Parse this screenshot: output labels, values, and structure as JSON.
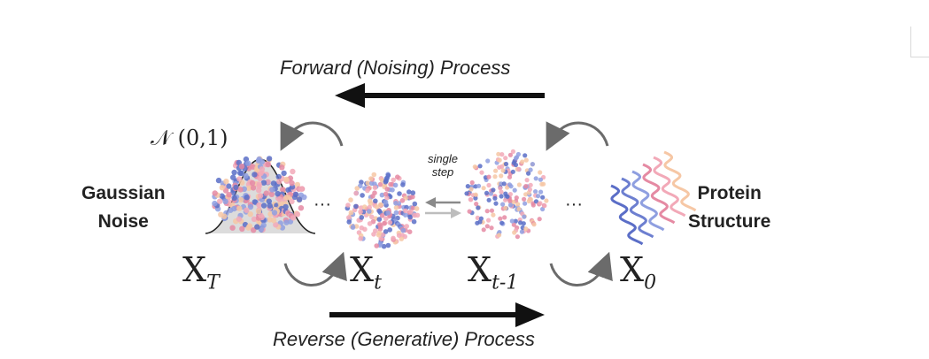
{
  "forward_label": "Forward (Noising) Process",
  "reverse_label": "Reverse (Generative) Process",
  "normal_label": "𝒩 (0,1)",
  "gaussian_noise_label": [
    "Gaussian",
    "Noise"
  ],
  "protein_structure_label": [
    "Protein",
    "Structure"
  ],
  "single_step_label": [
    "single",
    "step"
  ],
  "ellipsis": "···",
  "states": [
    {
      "base": "X",
      "sub": "T"
    },
    {
      "base": "X",
      "sub": "t"
    },
    {
      "base": "X",
      "sub": "t-1"
    },
    {
      "base": "X",
      "sub": "0"
    }
  ],
  "colors": {
    "arrow": "#111111",
    "curve": "#6b6b6b",
    "gauss_fill": "#dcdcdc",
    "blue": "#5b6ec7",
    "pink": "#f2a9b8",
    "peach": "#f6c7a5"
  }
}
